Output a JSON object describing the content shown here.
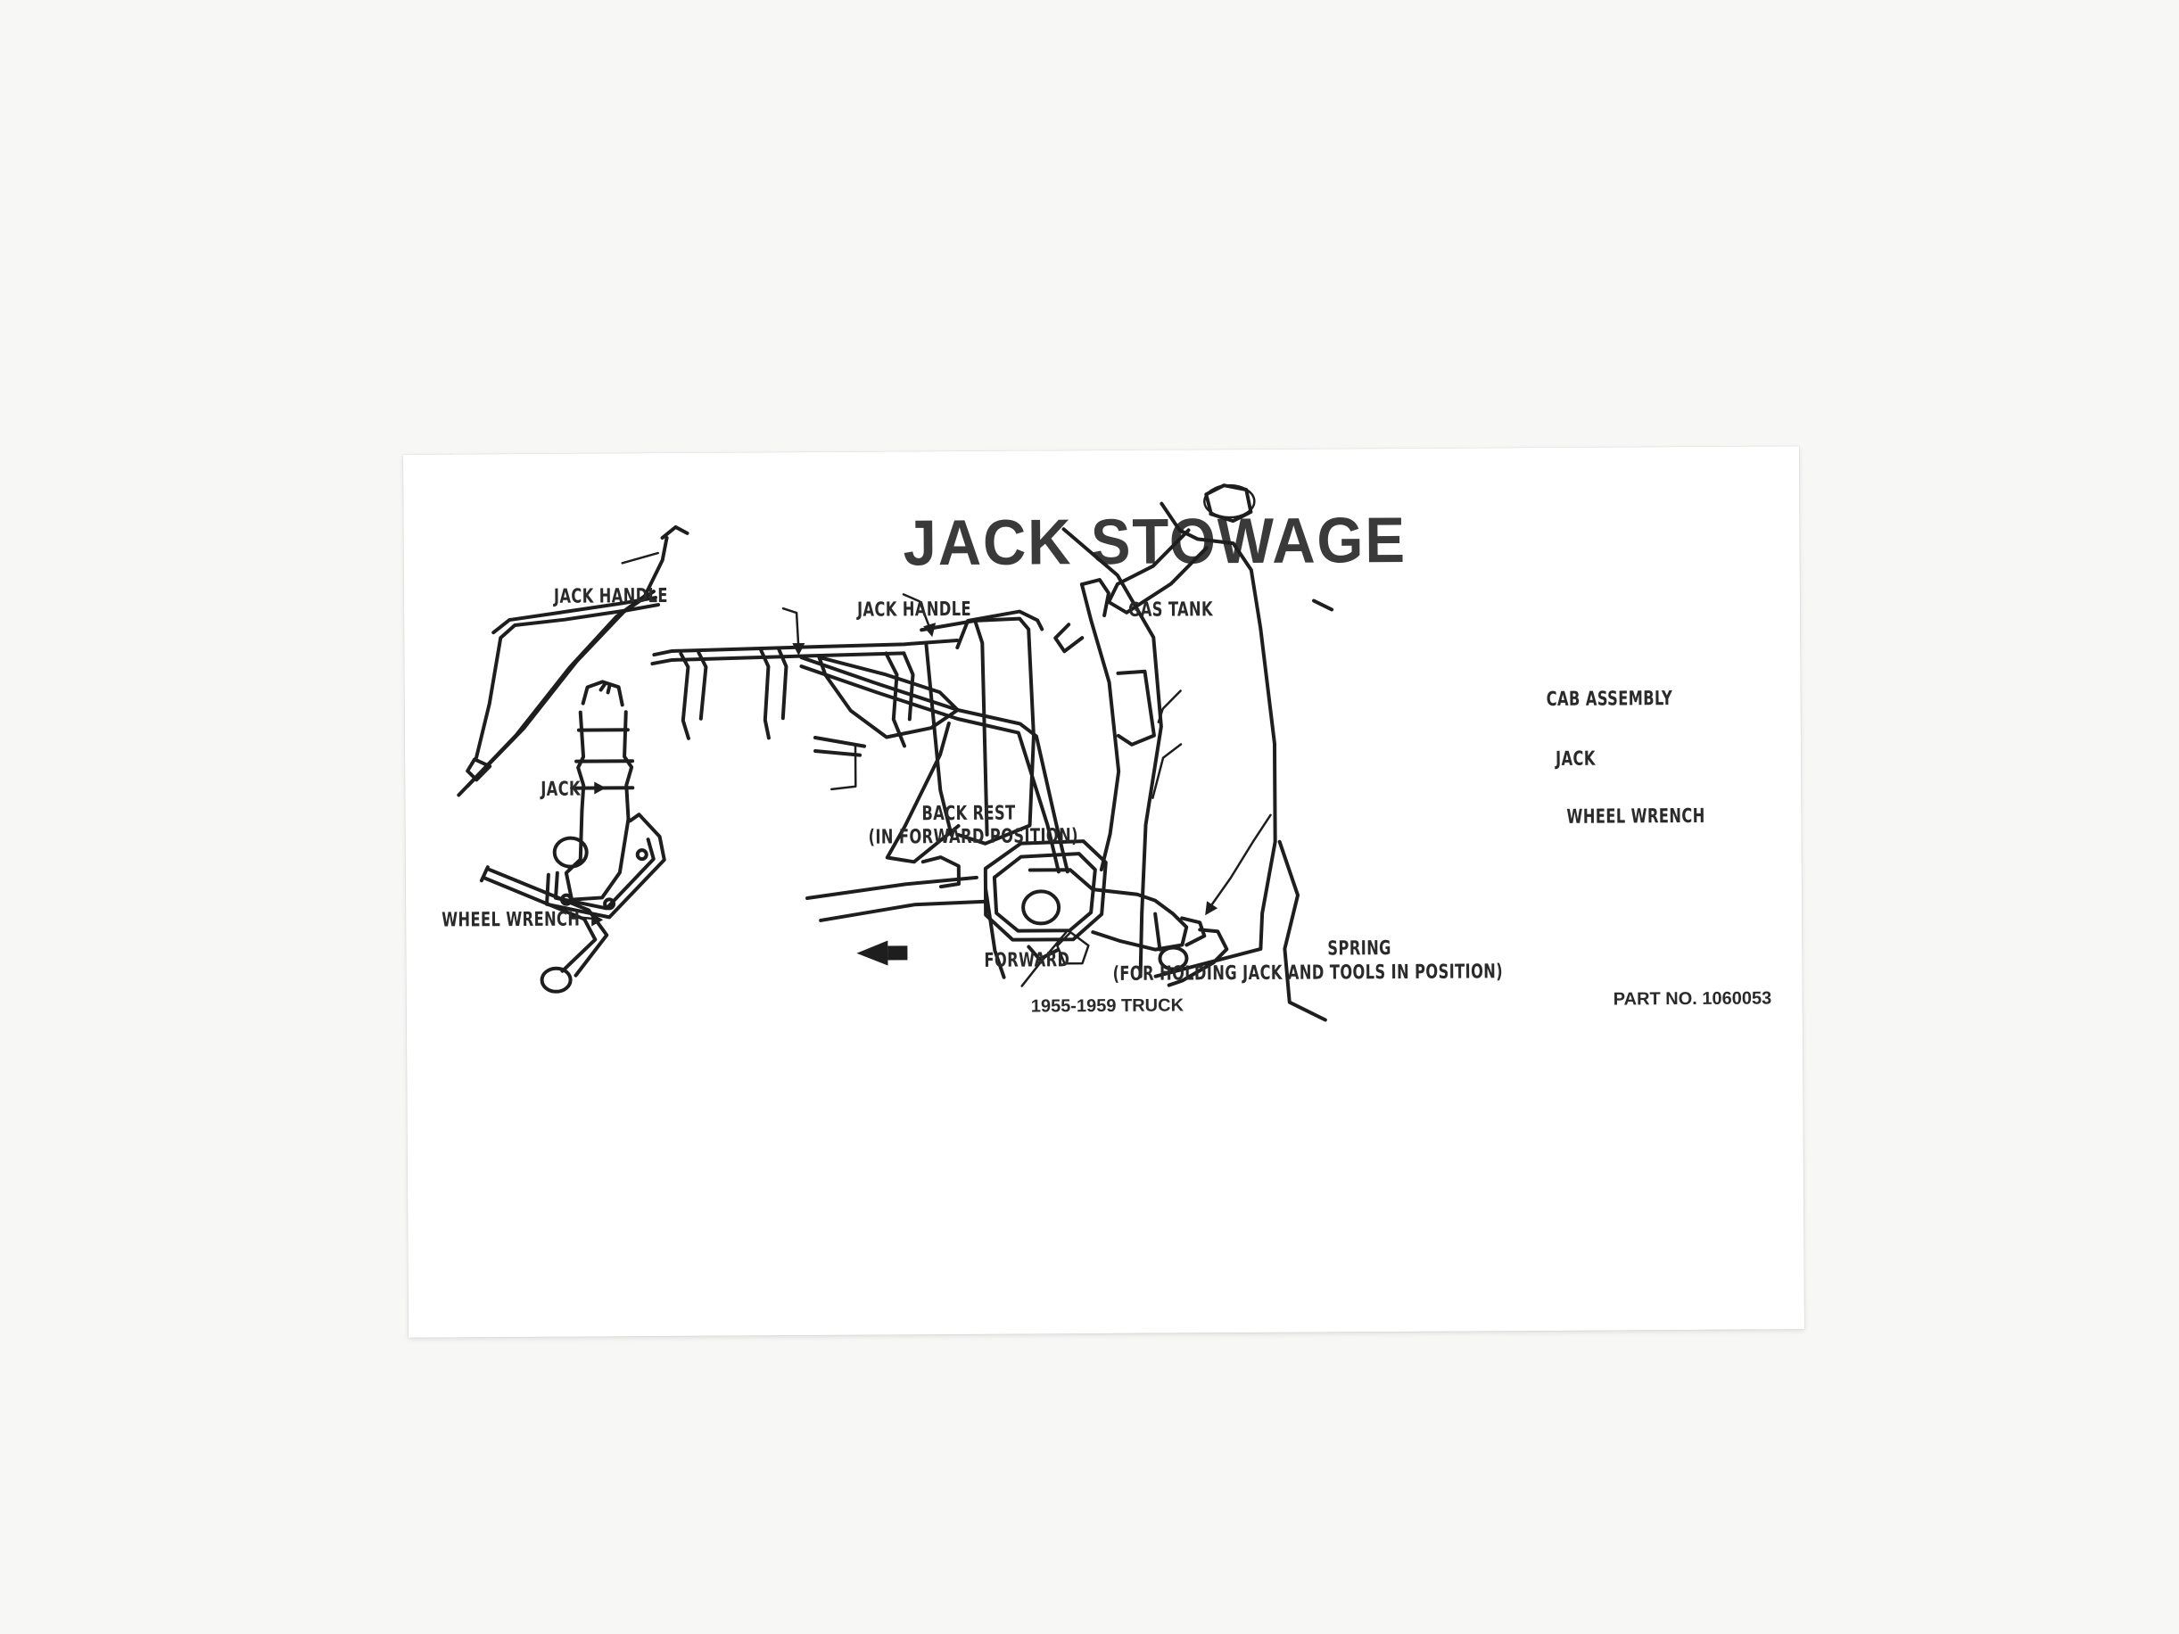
{
  "decal": {
    "title": "JACK STOWAGE",
    "labels": {
      "jack_handle_left": "JACK HANDLE",
      "jack_left": "JACK",
      "wheel_wrench_left": "WHEEL WRENCH",
      "jack_handle_center": "JACK HANDLE",
      "gas_tank": "GAS TANK",
      "cab_assembly": "CAB ASSEMBLY",
      "jack_right": "JACK",
      "wheel_wrench_right": "WHEEL WRENCH",
      "back_rest": "BACK REST",
      "back_rest_note": "(IN FORWARD POSITION)",
      "forward": "FORWARD",
      "spring": "SPRING",
      "spring_note": "(FOR HOLDING JACK AND TOOLS IN POSITION)"
    },
    "footer": {
      "model": "1955-1959 TRUCK",
      "part_number": "PART NO. 1060053"
    }
  }
}
